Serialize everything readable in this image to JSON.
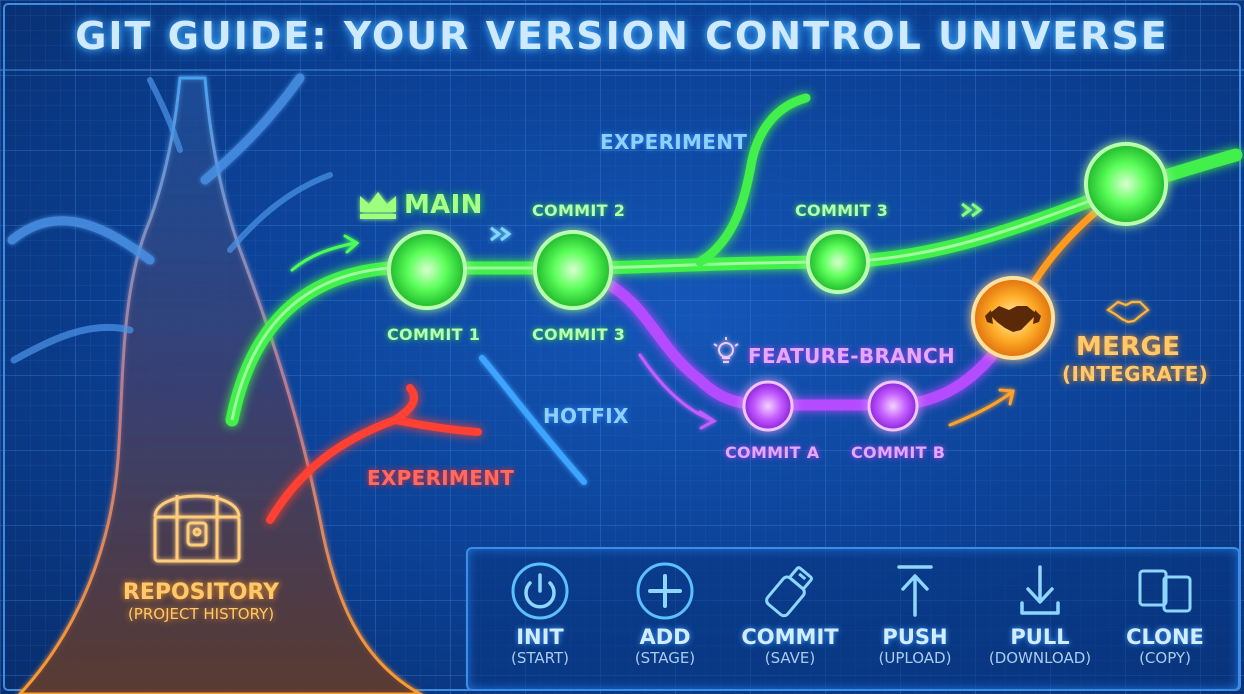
{
  "title": "GIT GUIDE: YOUR VERSION CONTROL UNIVERSE",
  "main_label": "MAIN",
  "experiment_top": "EXPERIMENT",
  "experiment_bottom": "EXPERIMENT",
  "hotfix": "HOTFIX",
  "feature_branch": "FEATURE-BRANCH",
  "commits": {
    "commit1": "COMMIT 1",
    "commit2": "COMMIT 2",
    "commit3_lower": "COMMIT 3",
    "commit3_upper": "COMMIT 3",
    "commitA": "COMMIT A",
    "commitB": "COMMIT B"
  },
  "merge": {
    "label": "MERGE",
    "sub": "(INTEGRATE)"
  },
  "repository": {
    "label": "REPOSITORY",
    "sub": "(PROJECT HISTORY)"
  },
  "commands": [
    {
      "name": "INIT",
      "sub": "(START)",
      "icon": "power-icon"
    },
    {
      "name": "ADD",
      "sub": "(STAGE)",
      "icon": "plus-icon"
    },
    {
      "name": "COMMIT",
      "sub": "(SAVE)",
      "icon": "usb-drive-icon"
    },
    {
      "name": "PUSH",
      "sub": "(UPLOAD)",
      "icon": "upload-arrow-icon"
    },
    {
      "name": "PULL",
      "sub": "(DOWNLOAD)",
      "icon": "download-arrow-icon"
    },
    {
      "name": "CLONE",
      "sub": "(COPY)",
      "icon": "copy-icon"
    }
  ],
  "colors": {
    "main": "#4dff5a",
    "feature": "#b44bff",
    "merge": "#ff9a1f",
    "experiment": "#ff3b2f",
    "hotfix": "#3ea5ff",
    "panel_border": "#3a8ee8"
  }
}
